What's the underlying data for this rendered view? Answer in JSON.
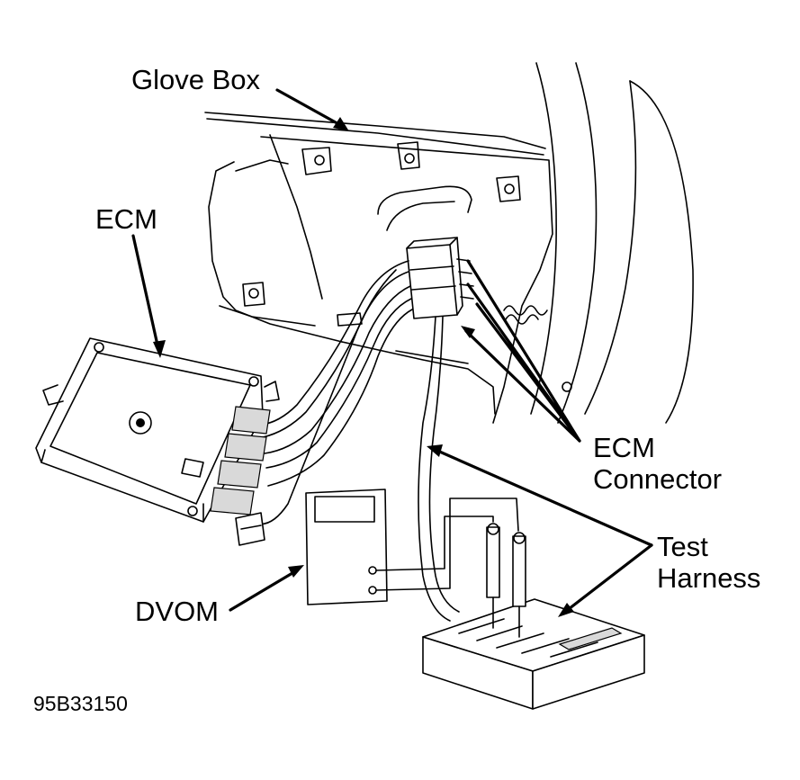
{
  "diagram": {
    "labels": {
      "glove_box": "Glove Box",
      "ecm": "ECM",
      "ecm_connector_line1": "ECM",
      "ecm_connector_line2": "Connector",
      "test_harness_line1": "Test",
      "test_harness_line2": "Harness",
      "dvom": "DVOM"
    },
    "figure_code": "95B33150"
  }
}
